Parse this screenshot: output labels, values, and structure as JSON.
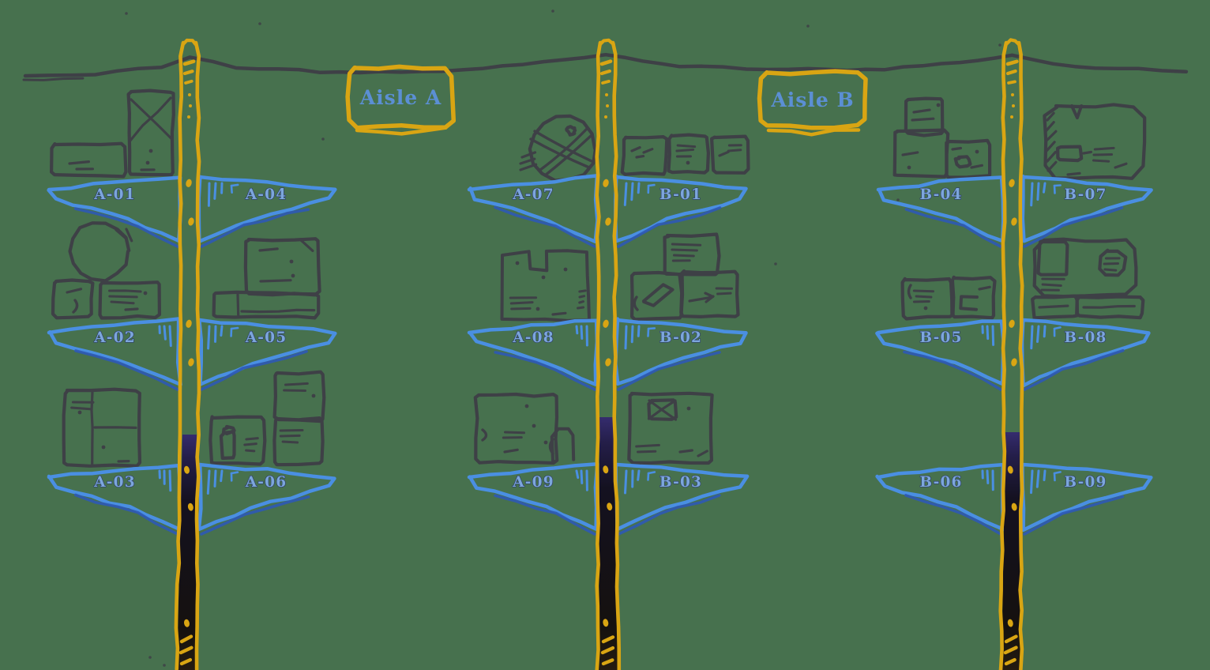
{
  "scene_title": "hand-drawn warehouse aisle shelving map",
  "background_color": "#47714e",
  "colors": {
    "ink": "#3e4046",
    "shelf_blue": "#4a8fe2",
    "shelf_blue_deep": "#2e59b5",
    "label_fill": "#7ca6dc",
    "label_outline": "#2c3c6a",
    "gold": "#d9a513",
    "tag_text": "#5b8fd4",
    "post_dark_top": "#352c6e",
    "post_dark_mid": "#141120",
    "post_dark_bottom": "#241b10"
  },
  "aisle_tags": [
    {
      "label": "Aisle A"
    },
    {
      "label": "Aisle B"
    }
  ],
  "racks": [
    {
      "left_shelves": [
        {
          "label": "A-01"
        },
        {
          "label": "A-02"
        },
        {
          "label": "A-03"
        }
      ],
      "right_shelves": [
        {
          "label": "A-04"
        },
        {
          "label": "A-05"
        },
        {
          "label": "A-06"
        }
      ]
    },
    {
      "left_shelves": [
        {
          "label": "A-07"
        },
        {
          "label": "A-08"
        },
        {
          "label": "A-09"
        }
      ],
      "right_shelves": [
        {
          "label": "B-01"
        },
        {
          "label": "B-02"
        },
        {
          "label": "B-03"
        }
      ]
    },
    {
      "left_shelves": [
        {
          "label": "B-04"
        },
        {
          "label": "B-05"
        },
        {
          "label": "B-06"
        }
      ],
      "right_shelves": [
        {
          "label": "B-07"
        },
        {
          "label": "B-08"
        },
        {
          "label": "B-09"
        }
      ]
    }
  ]
}
